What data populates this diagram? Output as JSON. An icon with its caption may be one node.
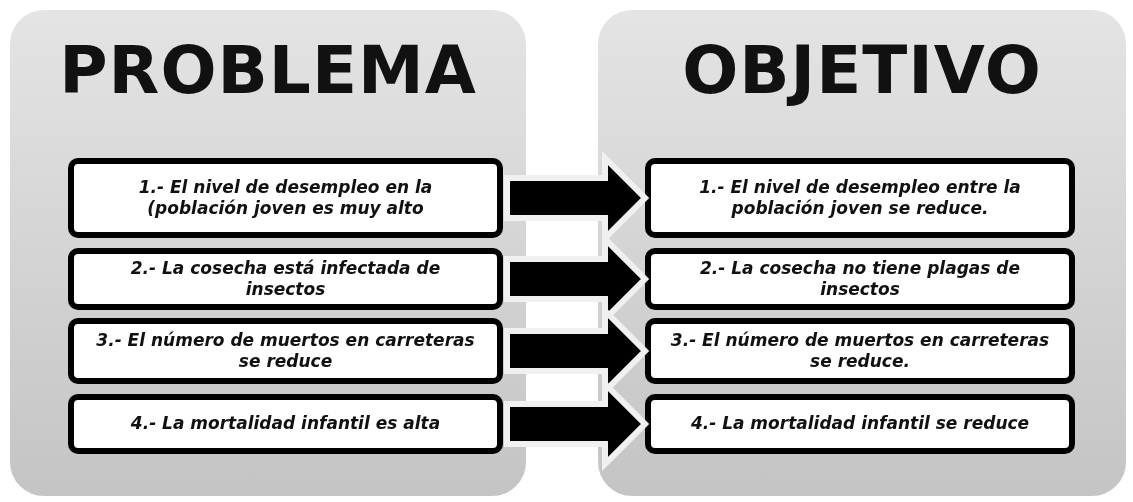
{
  "diagram": {
    "nodes": [
      {
        "text": [
          "PROBLEMA"
        ]
      },
      {
        "text": [
          "1.- El nivel de desempleo en la (población joven es muy alto"
        ],
        "in": 0
      },
      {
        "text": [
          "2.- La cosecha está infectada de insectos"
        ],
        "in": 0
      },
      {
        "text": [
          "3.- El número de muertos en carreteras se reduce"
        ],
        "in": 0
      },
      {
        "text": [
          "4.- La mortalidad infantil es alta"
        ],
        "in": 0
      },
      {
        "text": [
          "OBJETIVO"
        ]
      },
      {
        "text": [
          "1.- El nivel de desempleo entre la población joven se reduce."
        ],
        "in": 5
      },
      {
        "text": [
          "2.- La cosecha no tiene plagas de insectos"
        ],
        "in": 5
      },
      {
        "text": [
          "3.- El número de muertos en carreteras se reduce."
        ],
        "in": 5
      },
      {
        "text": [
          "4.- La mortalidad infantil se reduce"
        ],
        "in": 5
      }
    ],
    "edges": [
      {
        "from": 1,
        "to": 6,
        "arrow": "to",
        "style": "thick"
      },
      {
        "from": 2,
        "to": 7,
        "arrow": "to",
        "style": "thick"
      },
      {
        "from": 3,
        "to": 8,
        "arrow": "to",
        "style": "thick"
      },
      {
        "from": 4,
        "to": 9,
        "arrow": "to",
        "style": "thick"
      }
    ]
  }
}
